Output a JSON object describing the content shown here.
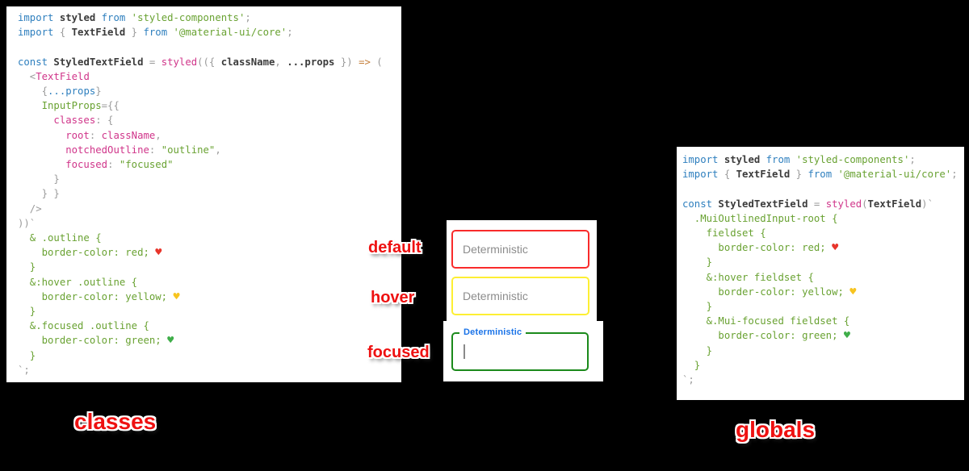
{
  "code_theme": {
    "kw": "#2e7fbe",
    "id": "#3b3b3b",
    "pn": "#9b9b9b",
    "pk": "#d0358a",
    "str": "#69a232",
    "ar": "#c57f3b",
    "hr": "#e8352b",
    "hy": "#f7c41f",
    "hg": "#3fae49"
  },
  "left_code": {
    "lines": [
      [
        [
          "kw",
          "import"
        ],
        [
          "id",
          " styled "
        ],
        [
          "kw",
          "from"
        ],
        [
          "str",
          " 'styled-components'"
        ],
        [
          "pn",
          ";"
        ]
      ],
      [
        [
          "kw",
          "import"
        ],
        [
          "pn",
          " { "
        ],
        [
          "id",
          "TextField"
        ],
        [
          "pn",
          " } "
        ],
        [
          "kw",
          "from"
        ],
        [
          "str",
          " '@material-ui/core'"
        ],
        [
          "pn",
          ";"
        ]
      ],
      [],
      [
        [
          "kw",
          "const"
        ],
        [
          "id",
          " StyledTextField "
        ],
        [
          "pn",
          "= "
        ],
        [
          "pk",
          "styled"
        ],
        [
          "pn",
          "(({ "
        ],
        [
          "id",
          "className"
        ],
        [
          "pn",
          ", "
        ],
        [
          "id",
          "...props"
        ],
        [
          "pn",
          " }) "
        ],
        [
          "ar",
          "=>"
        ],
        [
          "pn",
          " ("
        ]
      ],
      [
        [
          "pn",
          "  <"
        ],
        [
          "pk",
          "TextField"
        ]
      ],
      [
        [
          "pn",
          "    {"
        ],
        [
          "kw",
          "...props"
        ],
        [
          "pn",
          "}"
        ]
      ],
      [
        [
          "str",
          "    InputProps"
        ],
        [
          "pn",
          "={{"
        ]
      ],
      [
        [
          "pk",
          "      classes"
        ],
        [
          "pn",
          ": {"
        ]
      ],
      [
        [
          "pk",
          "        root"
        ],
        [
          "pn",
          ": "
        ],
        [
          "pk",
          "className"
        ],
        [
          "pn",
          ","
        ]
      ],
      [
        [
          "pk",
          "        notchedOutline"
        ],
        [
          "pn",
          ": "
        ],
        [
          "str",
          "\"outline\""
        ],
        [
          "pn",
          ","
        ]
      ],
      [
        [
          "pk",
          "        focused"
        ],
        [
          "pn",
          ": "
        ],
        [
          "str",
          "\"focused\""
        ]
      ],
      [
        [
          "pn",
          "      }"
        ]
      ],
      [
        [
          "pn",
          "    } }"
        ]
      ],
      [
        [
          "pn",
          "  />"
        ]
      ],
      [
        [
          "pn",
          "))`"
        ]
      ],
      [
        [
          "str",
          "  & .outline {"
        ]
      ],
      [
        [
          "str",
          "    border-color: red; "
        ],
        [
          "hr",
          "♥"
        ]
      ],
      [
        [
          "str",
          "  }"
        ]
      ],
      [
        [
          "str",
          "  &:hover .outline {"
        ]
      ],
      [
        [
          "str",
          "    border-color: yellow; "
        ],
        [
          "hy",
          "♥"
        ]
      ],
      [
        [
          "str",
          "  }"
        ]
      ],
      [
        [
          "str",
          "  &.focused .outline {"
        ]
      ],
      [
        [
          "str",
          "    border-color: green; "
        ],
        [
          "hg",
          "♥"
        ]
      ],
      [
        [
          "str",
          "  }"
        ]
      ],
      [
        [
          "pn",
          "`;"
        ]
      ]
    ]
  },
  "right_code": {
    "lines": [
      [
        [
          "kw",
          "import"
        ],
        [
          "id",
          " styled "
        ],
        [
          "kw",
          "from"
        ],
        [
          "str",
          " 'styled-components'"
        ],
        [
          "pn",
          ";"
        ]
      ],
      [
        [
          "kw",
          "import"
        ],
        [
          "pn",
          " { "
        ],
        [
          "id",
          "TextField"
        ],
        [
          "pn",
          " } "
        ],
        [
          "kw",
          "from"
        ],
        [
          "str",
          " '@material-ui/core'"
        ],
        [
          "pn",
          ";"
        ]
      ],
      [],
      [
        [
          "kw",
          "const"
        ],
        [
          "id",
          " StyledTextField "
        ],
        [
          "pn",
          "= "
        ],
        [
          "pk",
          "styled"
        ],
        [
          "pn",
          "("
        ],
        [
          "id",
          "TextField"
        ],
        [
          "pn",
          ")`"
        ]
      ],
      [
        [
          "str",
          "  .MuiOutlinedInput-root {"
        ]
      ],
      [
        [
          "str",
          "    fieldset {"
        ]
      ],
      [
        [
          "str",
          "      border-color: red; "
        ],
        [
          "hr",
          "♥"
        ]
      ],
      [
        [
          "str",
          "    }"
        ]
      ],
      [
        [
          "str",
          "    &:hover fieldset {"
        ]
      ],
      [
        [
          "str",
          "      border-color: yellow; "
        ],
        [
          "hy",
          "♥"
        ]
      ],
      [
        [
          "str",
          "    }"
        ]
      ],
      [
        [
          "str",
          "    &.Mui-focused fieldset {"
        ]
      ],
      [
        [
          "str",
          "      border-color: green; "
        ],
        [
          "hg",
          "♥"
        ]
      ],
      [
        [
          "str",
          "    }"
        ]
      ],
      [
        [
          "str",
          "  }"
        ]
      ],
      [
        [
          "pn",
          "`;"
        ]
      ]
    ]
  },
  "middle": {
    "states": [
      {
        "label": "default",
        "placeholder": "Deterministic",
        "border_color": "#f92b2b"
      },
      {
        "label": "hover",
        "placeholder": "Deterministic",
        "border_color": "#fdef33"
      },
      {
        "label": "focused",
        "floating_label": "Deterministic",
        "value": "",
        "border_color": "#1b8a1b",
        "label_color": "#1a73e8"
      }
    ]
  },
  "captions": {
    "left": "classes",
    "right": "globals"
  },
  "annotation_color": "#ee1111"
}
